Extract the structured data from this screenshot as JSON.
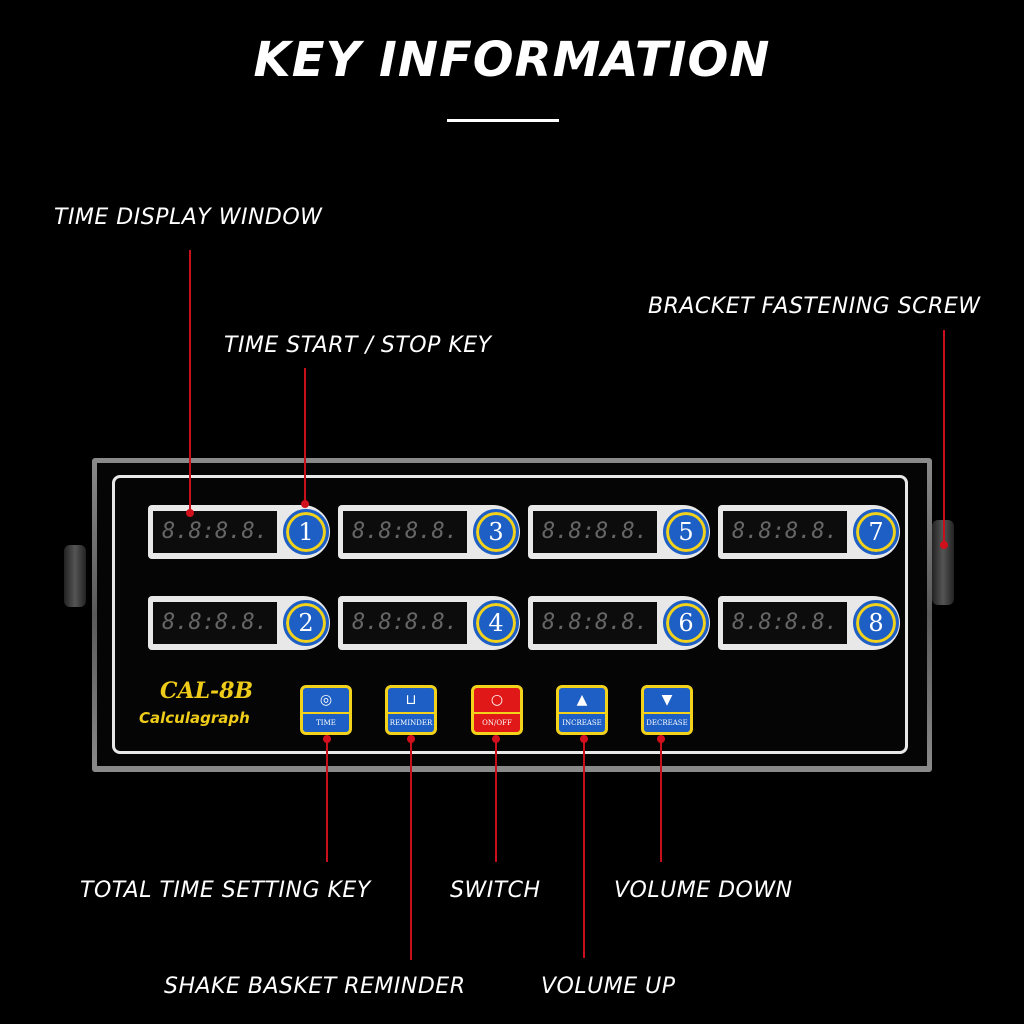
{
  "title": "KEY INFORMATION",
  "labels": {
    "time_display": "TIME DISPLAY WINDOW",
    "start_stop": "TIME START / STOP KEY",
    "bracket": "BRACKET FASTENING SCREW",
    "total_time": "TOTAL TIME SETTING KEY",
    "switch": "SWITCH",
    "volume_down": "VOLUME DOWN",
    "shake_basket": "SHAKE BASKET REMINDER",
    "volume_up": "VOLUME UP"
  },
  "device": {
    "model": "CAL-8B",
    "name": "Calculagraph",
    "timers": [
      {
        "num": "1",
        "display": "8.8:8.8."
      },
      {
        "num": "3",
        "display": "8.8:8.8."
      },
      {
        "num": "5",
        "display": "8.8:8.8."
      },
      {
        "num": "7",
        "display": "8.8:8.8."
      },
      {
        "num": "2",
        "display": "8.8:8.8."
      },
      {
        "num": "4",
        "display": "8.8:8.8."
      },
      {
        "num": "6",
        "display": "8.8:8.8."
      },
      {
        "num": "8",
        "display": "8.8:8.8."
      }
    ],
    "buttons": [
      {
        "label": "TIME",
        "icon": "clock-icon",
        "glyph": "◎",
        "color": "#1d5fc4"
      },
      {
        "label": "REMINDER",
        "icon": "basket-icon",
        "glyph": "⊔",
        "color": "#1d5fc4"
      },
      {
        "label": "ON/OFF",
        "icon": "power-icon",
        "glyph": "○",
        "color": "#e01818"
      },
      {
        "label": "INCREASE",
        "icon": "triangle-up-icon",
        "glyph": "▲",
        "color": "#1d5fc4"
      },
      {
        "label": "DECREASE",
        "icon": "triangle-down-icon",
        "glyph": "▼",
        "color": "#1d5fc4"
      }
    ]
  }
}
